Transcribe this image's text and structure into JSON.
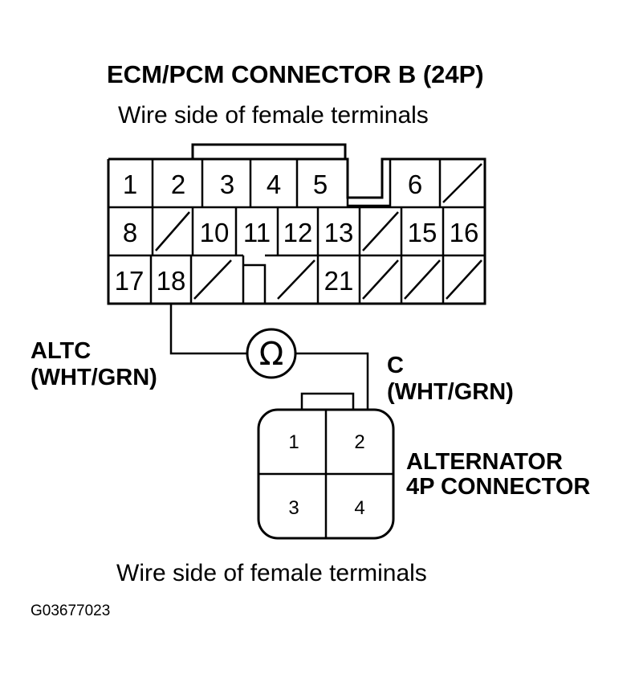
{
  "ecm_connector": {
    "title": "ECM/PCM CONNECTOR B (24P)",
    "subtitle": "Wire side of female terminals",
    "pins": [
      "1",
      "2",
      "3",
      "4",
      "5",
      "6",
      "8",
      "10",
      "11",
      "12",
      "13",
      "15",
      "16",
      "17",
      "18",
      "21"
    ]
  },
  "wires": {
    "altc_name": "ALTC",
    "altc_color": "(WHT/GRN)",
    "c_name": "C",
    "c_color": "(WHT/GRN)"
  },
  "meter": {
    "symbol": "Ω",
    "icon": "ohmmeter-icon"
  },
  "alternator_connector": {
    "name_line1": "ALTERNATOR",
    "name_line2": "4P CONNECTOR",
    "subtitle": "Wire side of female terminals",
    "pins": [
      "1",
      "2",
      "3",
      "4"
    ]
  },
  "figure_code": "G03677023"
}
